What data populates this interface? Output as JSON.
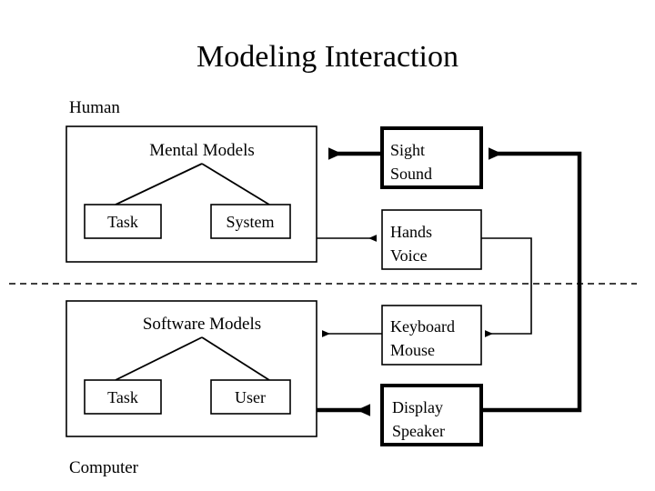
{
  "slide": {
    "title": "Modeling Interaction",
    "background_color": "#ffffff",
    "ink_color": "#000000"
  },
  "regions": [
    {
      "id": "human",
      "label": "Human",
      "position": "above-left-of-top-container"
    },
    {
      "id": "computer",
      "label": "Computer",
      "position": "below-left-of-bottom-container"
    }
  ],
  "containers": {
    "human_models": {
      "title": "Mental Models",
      "children": [
        {
          "id": "human-task",
          "label": "Task"
        },
        {
          "id": "human-system",
          "label": "System"
        }
      ]
    },
    "computer_models": {
      "title": "Software Models",
      "children": [
        {
          "id": "software-task",
          "label": "Task"
        },
        {
          "id": "software-user",
          "label": "User"
        }
      ]
    }
  },
  "io_boxes": [
    {
      "id": "sight-sound",
      "line1": "Sight",
      "line2": "Sound",
      "emphasis": "thick"
    },
    {
      "id": "hands-voice",
      "line1": "Hands",
      "line2": "Voice",
      "emphasis": "thin"
    },
    {
      "id": "keyboard-mouse",
      "line1": "Keyboard",
      "line2": "Mouse",
      "emphasis": "thin"
    },
    {
      "id": "display-speaker",
      "line1": "Display",
      "line2": "Speaker",
      "emphasis": "thick"
    }
  ],
  "connections": [
    {
      "id": "sight-to-mental",
      "from": "sight-sound",
      "to": "human_models",
      "emphasis": "thick",
      "direction": "left"
    },
    {
      "id": "mental-to-hands",
      "from": "human_models",
      "to": "hands-voice",
      "emphasis": "thin",
      "direction": "right"
    },
    {
      "id": "hands-to-keyboard",
      "from": "hands-voice",
      "to": "keyboard-mouse",
      "emphasis": "thin",
      "direction": "routed-down-left"
    },
    {
      "id": "keyboard-to-software",
      "from": "keyboard-mouse",
      "to": "computer_models",
      "emphasis": "thin",
      "direction": "left"
    },
    {
      "id": "software-to-display",
      "from": "computer_models",
      "to": "display-speaker",
      "emphasis": "thick",
      "direction": "right"
    },
    {
      "id": "display-to-sight",
      "from": "display-speaker",
      "to": "sight-sound",
      "emphasis": "thick",
      "direction": "routed-up-left"
    }
  ],
  "divider": {
    "id": "human-computer-divider",
    "style": "dashed"
  }
}
